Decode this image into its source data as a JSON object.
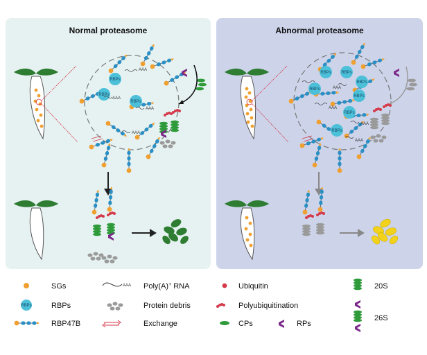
{
  "panels": {
    "normal": {
      "title": "Normal proteasome"
    },
    "abnormal": {
      "title": "Abnormal proteasome"
    }
  },
  "inline_labels": {
    "rbps": "RBPs",
    "polya": "AAA"
  },
  "legend": {
    "sgs": "SGs",
    "rbps": "RBPs",
    "rbp47b": "RBP47B",
    "polya_label": "Poly(A)",
    "polya_sup": "+",
    "polya_rest": " RNA",
    "polya_glyph": "AAA",
    "debris": "Protein debris",
    "exchange": "Exchange",
    "ubiquitin": "Ubiquitin",
    "polyub": "Polyubiquitination",
    "cps": "CPs",
    "rps": "RPs",
    "s20": "20S",
    "s26": "26S"
  },
  "colors": {
    "normal_bg": "#e6f2f2",
    "abnormal_bg": "#cdd4ea",
    "sg_orange": "#f0a030",
    "rbp_cyan": "#4cc0d8",
    "bead_blue": "#2a8fc4",
    "ubiquitin_red": "#d43a4a",
    "cp_green": "#2e9a3a",
    "rp_purple": "#7b2a8a",
    "leaf_green": "#2f7d33",
    "yellow_plant": "#f2d21a",
    "debris_grey": "#9a9a9a"
  }
}
